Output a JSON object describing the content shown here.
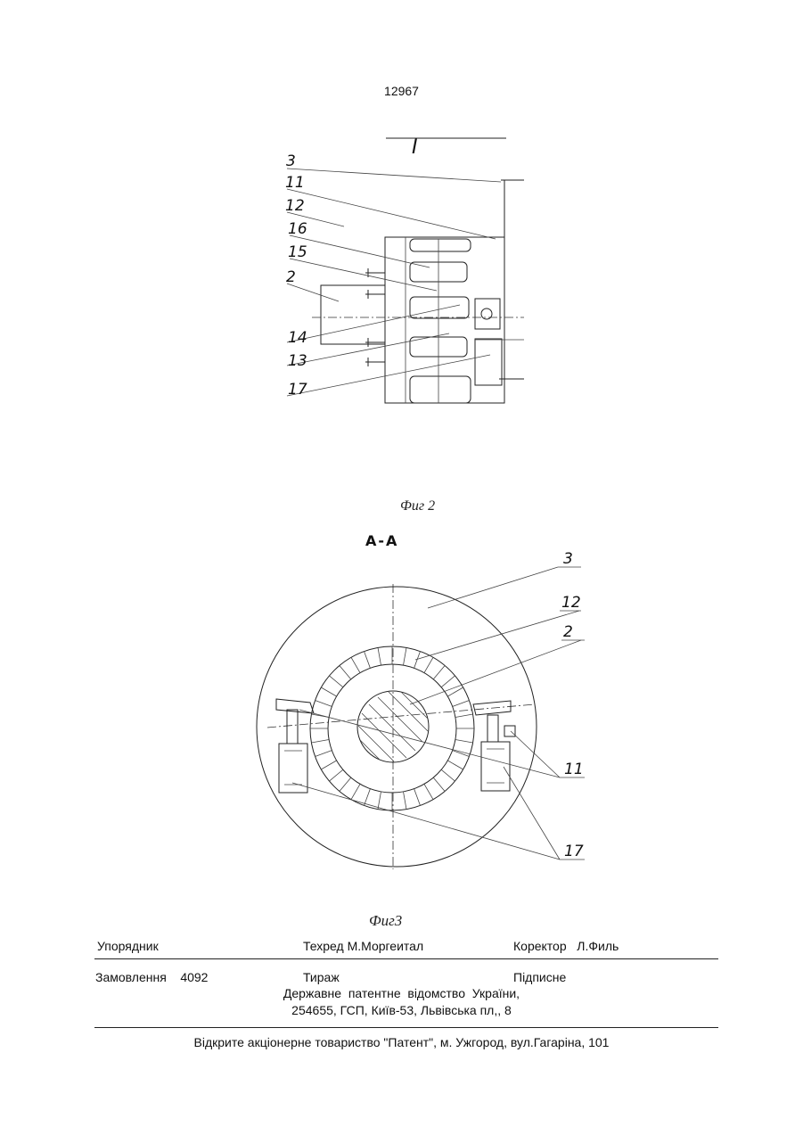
{
  "page_number": "12967",
  "fig2": {
    "view_label": "I",
    "labels": [
      "3",
      "11",
      "12",
      "16",
      "15",
      "2",
      "14",
      "13",
      "17"
    ],
    "caption": "Фиг 2"
  },
  "fig3": {
    "section_label": "А-А",
    "labels": [
      "3",
      "12",
      "2",
      "11",
      "17"
    ],
    "caption": "Фиг3"
  },
  "colophon": {
    "compiler_label": "Упорядник",
    "techred": "Техред М.Моргеитал",
    "corrector": "Коректор   Л.Филь",
    "order": "Замовлення    4092",
    "circulation": "Тираж",
    "subscription": "Підписне",
    "office_line1": "Державне  патентне  відомство  України,",
    "office_line2": "254655, ГСП, Київ-53, Львівська пл,, 8",
    "printer": "Відкрите акціонерне товариство \"Патент\", м. Ужгород, вул.Гагаріна, 101"
  }
}
